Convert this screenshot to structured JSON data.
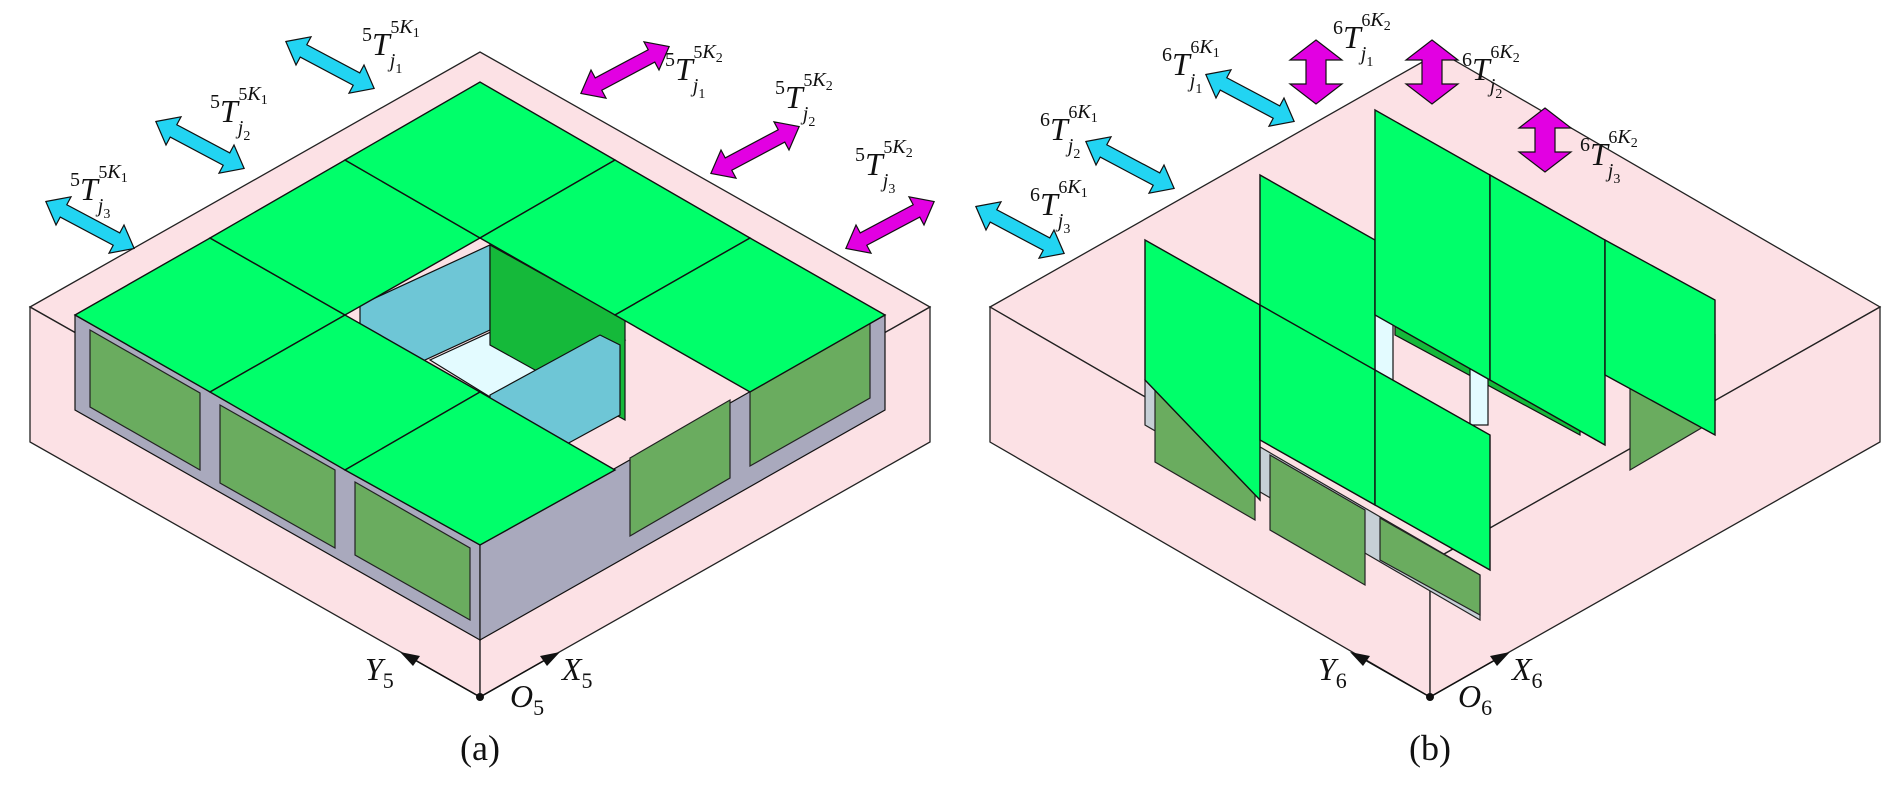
{
  "panels": [
    {
      "caption": "(a)",
      "origin_label": "O",
      "origin_sub": "5",
      "x_axis_label": "X",
      "x_axis_sub": "5",
      "y_axis_label": "Y",
      "y_axis_sub": "5",
      "cyan_arrows": [
        {
          "pre": "5",
          "main": "T",
          "sub": "j",
          "subsub": "1",
          "sup": "5",
          "supk": "K",
          "supsub": "1"
        },
        {
          "pre": "5",
          "main": "T",
          "sub": "j",
          "subsub": "2",
          "sup": "5",
          "supk": "K",
          "supsub": "1"
        },
        {
          "pre": "5",
          "main": "T",
          "sub": "j",
          "subsub": "3",
          "sup": "5",
          "supk": "K",
          "supsub": "1"
        }
      ],
      "magenta_arrows": [
        {
          "pre": "5",
          "main": "T",
          "sub": "j",
          "subsub": "1",
          "sup": "5",
          "supk": "K",
          "supsub": "2"
        },
        {
          "pre": "5",
          "main": "T",
          "sub": "j",
          "subsub": "2",
          "sup": "5",
          "supk": "K",
          "supsub": "2"
        },
        {
          "pre": "5",
          "main": "T",
          "sub": "j",
          "subsub": "3",
          "sup": "5",
          "supk": "K",
          "supsub": "2"
        }
      ]
    },
    {
      "caption": "(b)",
      "origin_label": "O",
      "origin_sub": "6",
      "x_axis_label": "X",
      "x_axis_sub": "6",
      "y_axis_label": "Y",
      "y_axis_sub": "6",
      "cyan_arrows": [
        {
          "pre": "6",
          "main": "T",
          "sub": "j",
          "subsub": "1",
          "sup": "6",
          "supk": "K",
          "supsub": "1"
        },
        {
          "pre": "6",
          "main": "T",
          "sub": "j",
          "subsub": "2",
          "sup": "6",
          "supk": "K",
          "supsub": "1"
        },
        {
          "pre": "6",
          "main": "T",
          "sub": "j",
          "subsub": "3",
          "sup": "6",
          "supk": "K",
          "supsub": "1"
        }
      ],
      "magenta_arrows": [
        {
          "pre": "6",
          "main": "T",
          "sub": "j",
          "subsub": "1",
          "sup": "6",
          "supk": "K",
          "supsub": "2"
        },
        {
          "pre": "6",
          "main": "T",
          "sub": "j",
          "subsub": "2",
          "sup": "6",
          "supk": "K",
          "supsub": "2"
        },
        {
          "pre": "6",
          "main": "T",
          "sub": "j",
          "subsub": "3",
          "sup": "6",
          "supk": "K",
          "supsub": "2"
        }
      ]
    }
  ],
  "colors": {
    "box": "#f9c9cf",
    "plate": "#00ff6a",
    "cyan_arrow": "#22d4f2",
    "magenta_arrow": "#e200e2"
  }
}
